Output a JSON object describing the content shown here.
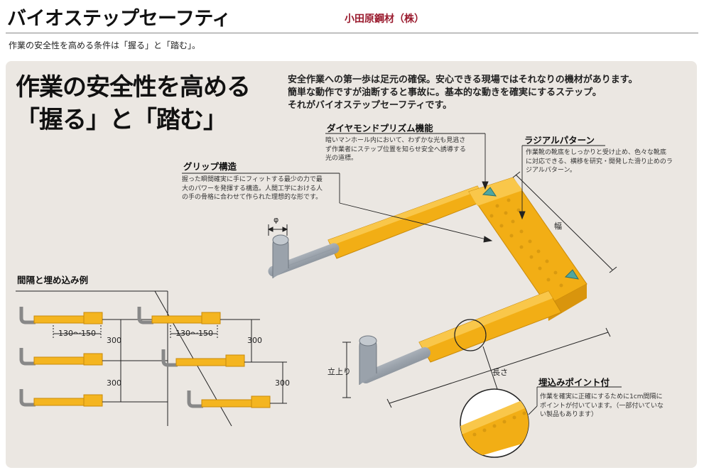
{
  "header": {
    "title": "バイオステップセーフティ",
    "maker": "小田原鋼材（株）",
    "subtitle": "作業の安全性を高める条件は「握る」と「踏む」。"
  },
  "headline": {
    "line1": "作業の安全性を高める",
    "line2": "「握る」と「踏む」"
  },
  "intro": {
    "line1": "安全作業への第一歩は足元の確保。安心できる現場ではそれなりの機材があります。",
    "line2": "簡単な動作ですが油断すると事故に。基本的な動きを確実にするステップ。",
    "line3": "それがバイオステップセーフティです。"
  },
  "features": {
    "prism": {
      "heading": "ダイヤモンドプリズム機能",
      "desc_line1": "暗いマンホール内において、わずかな光も見逃さ",
      "desc_line2": "ず作業者にステップ位置を知らせ安全へ誘導する",
      "desc_line3": "光の道標。"
    },
    "radial": {
      "heading": "ラジアルパターン",
      "desc_line1": "作業靴の靴底をしっかりと受け止め、色々な靴底",
      "desc_line2": "に対応できる、横移を研究・開発した滑り止めのラ",
      "desc_line3": "ジアルパターン。"
    },
    "grip": {
      "heading": "グリップ構造",
      "desc_line1": "握った瞬間確実に手にフィットする最少の力で最",
      "desc_line2": "大のパワーを発揮する構造。人間工学における人",
      "desc_line3": "の手の骨格に合わせて作られた理想的な形です。"
    },
    "embed": {
      "heading": "埋込みポイント付",
      "desc_line1": "作業を確実に正確にするために1cm間隔に",
      "desc_line2": "ポイントが付いています。（一部付いていな",
      "desc_line3": "い製品もあります）"
    }
  },
  "spacing": {
    "heading": "間隔と埋め込み例",
    "horizontal_a": "130〜150",
    "horizontal_b": "130〜150",
    "vertical_a1": "300",
    "vertical_a2": "300",
    "vertical_b1": "300",
    "vertical_b2": "300"
  },
  "dimensions": {
    "diameter": "φ",
    "width": "幅",
    "length": "長さ",
    "rise": "立上り"
  },
  "colors": {
    "accent_red": "#9a1b2e",
    "step_yellow": "#f4b520",
    "panel_bg": "#ebe7e2",
    "prism_teal": "#4fa6a0"
  }
}
